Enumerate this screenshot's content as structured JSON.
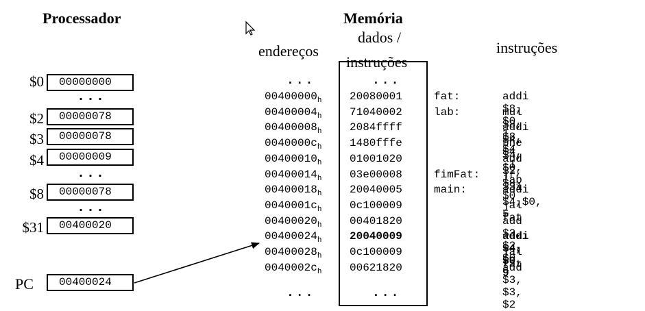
{
  "titles": {
    "processor": "Processador",
    "memory": "Memória"
  },
  "headers": {
    "addresses": "endereços",
    "data_line1": "dados /",
    "data_line2": "instruções",
    "instructions": "instruções"
  },
  "registers": [
    {
      "label": "$0",
      "value": "00000000"
    },
    {
      "label": "$2",
      "value": "00000078"
    },
    {
      "label": "$3",
      "value": "00000078"
    },
    {
      "label": "$4",
      "value": "00000009"
    },
    {
      "label": "$8",
      "value": "00000078"
    },
    {
      "label": "$31",
      "value": "00400020"
    }
  ],
  "pc": {
    "label": "PC",
    "value": "00400024"
  },
  "ellipsis": "...",
  "address_suffix": "h",
  "memory_rows": [
    {
      "address": "00400000",
      "data": "20080001",
      "label": "fat:",
      "instruction": "addi $8, $0, 1"
    },
    {
      "address": "00400004",
      "data": "71040002",
      "label": "lab:",
      "instruction": "mul $8, $8, $4"
    },
    {
      "address": "00400008",
      "data": "2084ffff",
      "label": "",
      "instruction": "addi $4, $4, -1"
    },
    {
      "address": "0040000c",
      "data": "1480fffe",
      "label": "",
      "instruction": "bne $4, $0, lab"
    },
    {
      "address": "00400010",
      "data": "01001020",
      "label": "",
      "instruction": "add $2, $8, $0"
    },
    {
      "address": "00400014",
      "data": "03e00008",
      "label": "fimFat:",
      "instruction": "jr $31"
    },
    {
      "address": "00400018",
      "data": "20040005",
      "label": "main:",
      "instruction": "addi $4,$0, 5"
    },
    {
      "address": "0040001c",
      "data": "0c100009",
      "label": "",
      "instruction": "jal fat"
    },
    {
      "address": "00400020",
      "data": "00401820",
      "label": "",
      "instruction": "add $3, $2, $0"
    },
    {
      "address": "00400024",
      "data": "20040009",
      "label": "",
      "instruction": "addi $4, $0, 9",
      "highlight": true
    },
    {
      "address": "00400028",
      "data": "0c100009",
      "label": "",
      "instruction": "jal fat"
    },
    {
      "address": "0040002c",
      "data": "00621820",
      "label": "",
      "instruction": "add $3, $3, $2"
    }
  ]
}
